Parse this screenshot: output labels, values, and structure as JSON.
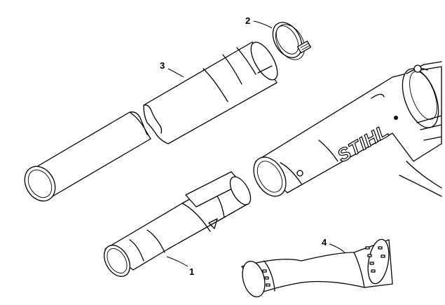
{
  "diagram": {
    "brand_label": "STIHL",
    "callouts": [
      {
        "id": "1",
        "label": "1"
      },
      {
        "id": "2",
        "label": "2"
      },
      {
        "id": "3",
        "label": "3"
      },
      {
        "id": "4",
        "label": "4"
      }
    ]
  }
}
